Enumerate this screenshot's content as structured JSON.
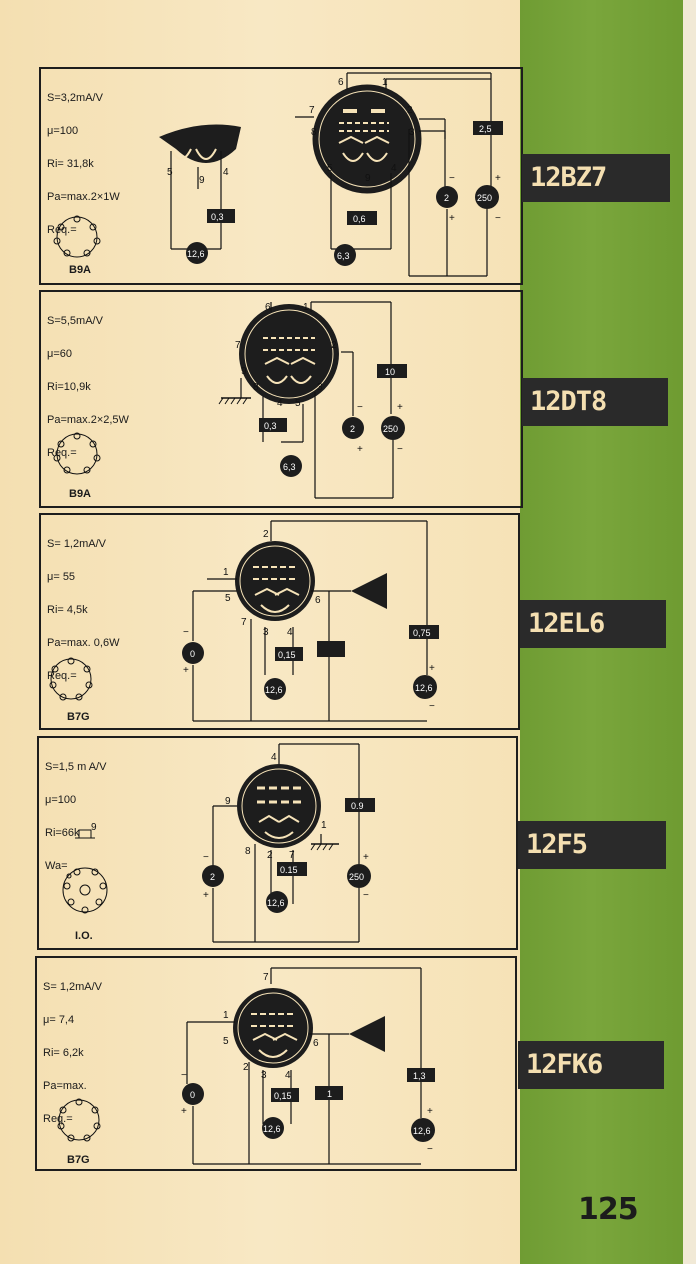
{
  "page_number": "125",
  "tubes": [
    {
      "type": "12BZ7",
      "base": "B9A",
      "specs": [
        "S=3,2mA/V",
        "μ=100",
        "Ri= 31,8k",
        "Pa=max.2×1W",
        "Req.="
      ],
      "values": {
        "heater_a": "0,3",
        "heater_b": "0,6",
        "filament_v1": "12,6",
        "filament_v2": "6,3",
        "grid_bias": "2",
        "plate_current": "2,5",
        "plate_v": "250"
      }
    },
    {
      "type": "12DT8",
      "base": "B9A",
      "specs": [
        "S=5,5mA/V",
        "μ=60",
        "Ri=10,9k",
        "Pa=max.2×2,5W",
        "Req.="
      ],
      "values": {
        "heater_a": "0,3",
        "filament_v1": "6,3",
        "grid_bias": "2",
        "plate_current": "10",
        "plate_v": "250"
      }
    },
    {
      "type": "12EL6",
      "base": "B7G",
      "specs": [
        "S= 1,2mA/V",
        "μ= 55",
        "Ri= 4,5k",
        "Pa=max. 0,6W",
        "Req.="
      ],
      "values": {
        "heater_a": "0,15",
        "filament_v1": "12,6",
        "grid_bias": "0",
        "plate_current": "0,75",
        "plate_v": "12,6"
      }
    },
    {
      "type": "12F5",
      "base": "I.O.",
      "specs": [
        "S=1,5 m A/V",
        "μ=100",
        "Ri=66k",
        "Wa="
      ],
      "values": {
        "heater_a": "0.15",
        "filament_v1": "12,6",
        "grid_bias": "2",
        "plate_current": "0.9",
        "plate_v": "250"
      }
    },
    {
      "type": "12FK6",
      "base": "B7G",
      "specs": [
        "S= 1,2mA/V",
        "μ= 7,4",
        "Ri= 6,2k",
        "Pa=max.",
        "Req.="
      ],
      "values": {
        "heater_a": "0,15",
        "filament_v1": "12,6",
        "grid_bias": "0",
        "plate_current": "1,3",
        "screen_current": "1",
        "plate_v": "12,6"
      }
    }
  ]
}
